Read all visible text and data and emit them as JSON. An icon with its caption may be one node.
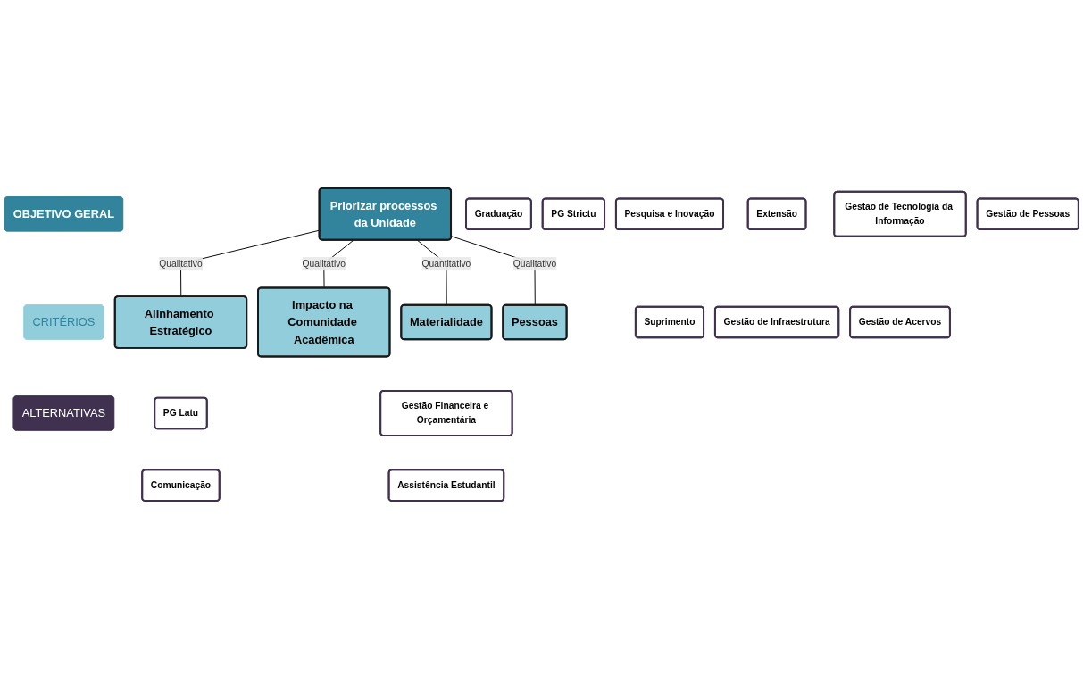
{
  "diagram": {
    "nodes": [
      {
        "text": [
          "OBJETIVO GERAL"
        ]
      },
      {
        "text": [
          "CRITÉRIOS"
        ]
      },
      {
        "text": [
          "ALTERNATIVAS"
        ]
      },
      {
        "text": [
          "Priorizar processos da Unidade"
        ]
      },
      {
        "text": [
          "Alinhamento Estratégico"
        ]
      },
      {
        "text": [
          "Impacto na Comunidade Acadêmica"
        ]
      },
      {
        "text": [
          "Materialidade"
        ]
      },
      {
        "text": [
          "Pessoas"
        ]
      },
      {
        "text": [
          "Graduação"
        ]
      },
      {
        "text": [
          "PG Latu"
        ]
      },
      {
        "text": [
          "PG Strictu"
        ]
      },
      {
        "text": [
          "Pesquisa e Inovação"
        ]
      },
      {
        "text": [
          "Extensão"
        ]
      },
      {
        "text": [
          "Gestão Financeira e Orçamentária"
        ]
      },
      {
        "text": [
          "Gestão de Tecnologia da Informação"
        ]
      },
      {
        "text": [
          "Gestão de Pessoas"
        ]
      },
      {
        "text": [
          "Comunicação"
        ]
      },
      {
        "text": [
          "Suprimento"
        ]
      },
      {
        "text": [
          "Gestão de Infraestrutura"
        ]
      },
      {
        "text": [
          "Assistência Estudantil"
        ]
      },
      {
        "text": [
          "Gestão de Acervos"
        ]
      }
    ],
    "edges": [
      {
        "from": 3,
        "to": 4,
        "arrow": "none",
        "label": "Qualitativo"
      },
      {
        "from": 3,
        "to": 5,
        "arrow": "none",
        "label": "Qualitativo"
      },
      {
        "from": 3,
        "to": 6,
        "arrow": "none",
        "label": "Quantitativo"
      },
      {
        "from": 3,
        "to": 7,
        "arrow": "none",
        "label": "Qualitativo"
      }
    ]
  }
}
